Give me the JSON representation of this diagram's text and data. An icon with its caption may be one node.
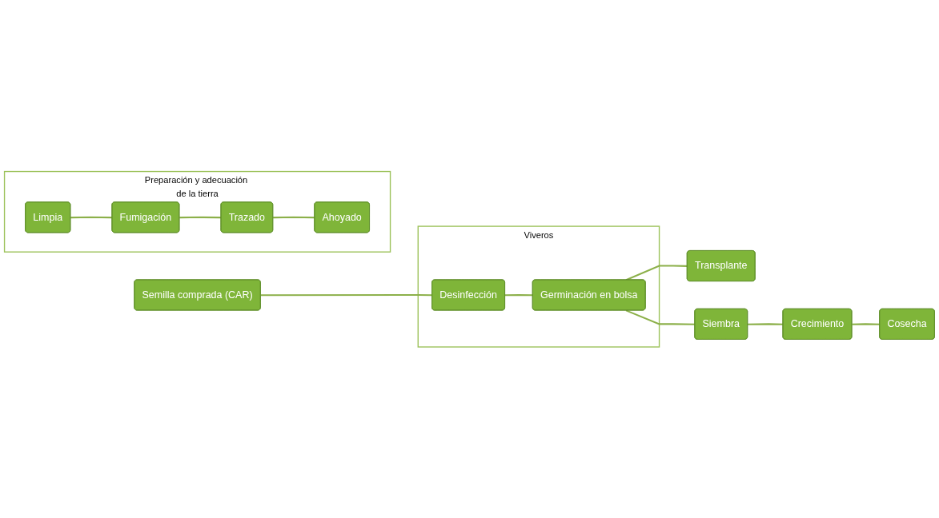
{
  "diagram": {
    "nodes": [
      {
        "text": [
          "Semilla comprada (CAR)"
        ]
      },
      {
        "text": [
          "Viveros"
        ]
      },
      {
        "text": [
          "Desinfección"
        ],
        "in": 1
      },
      {
        "text": [
          "Germinación en bolsa"
        ],
        "in": 1
      },
      {
        "text": [
          "Transplante"
        ]
      },
      {
        "text": [
          "Siembra"
        ]
      },
      {
        "text": [
          "Crecimiento"
        ]
      },
      {
        "text": [
          "Cosecha"
        ]
      },
      {
        "text": [
          "Preparación y adecuación de la tierra"
        ]
      },
      {
        "text": [
          "Limpia"
        ],
        "in": 8
      },
      {
        "text": [
          "Fumigación"
        ],
        "in": 8
      },
      {
        "text": [
          "Trazado"
        ],
        "in": 8
      },
      {
        "text": [
          "Ahoyado"
        ],
        "in": 8
      }
    ],
    "edges": [
      {
        "from": 0,
        "to": 2,
        "arrow": "none"
      },
      {
        "from": 2,
        "to": 3,
        "arrow": "none"
      },
      {
        "from": 3,
        "to": 4,
        "arrow": "none"
      },
      {
        "from": 3,
        "to": 5,
        "arrow": "none"
      },
      {
        "from": 5,
        "to": 6,
        "arrow": "none"
      },
      {
        "from": 6,
        "to": 7,
        "arrow": "none"
      },
      {
        "from": 9,
        "to": 10,
        "arrow": "none"
      },
      {
        "from": 10,
        "to": 11,
        "arrow": "none"
      },
      {
        "from": 11,
        "to": 12,
        "arrow": "none"
      }
    ]
  }
}
